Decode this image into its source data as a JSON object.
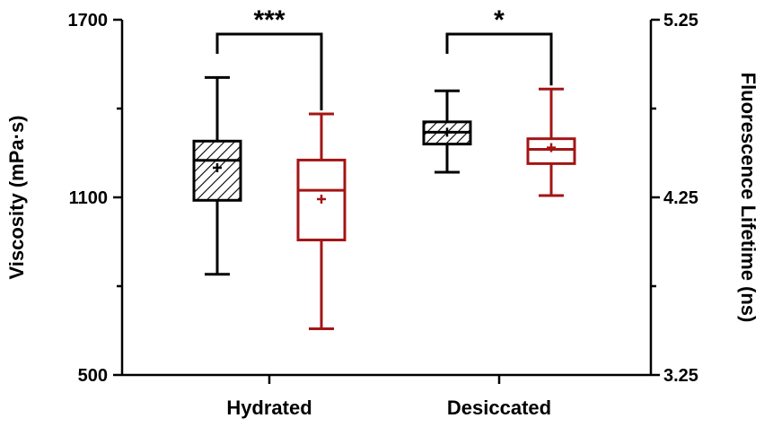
{
  "chart_data": {
    "type": "box",
    "categories": [
      "Hydrated",
      "Desiccated"
    ],
    "y_left": {
      "label": "Viscosity (mPa·s)",
      "lim": [
        500,
        1700
      ],
      "ticks": [
        500,
        1100,
        1700
      ],
      "tick_labels": [
        "500",
        "1100",
        "1700"
      ],
      "minor_ticks": [
        800,
        1400
      ]
    },
    "y_right": {
      "label": "Fluorescence Lifetime (ns)",
      "lim": [
        3.25,
        5.25
      ],
      "ticks": [
        3.25,
        4.25,
        5.25
      ],
      "tick_labels": [
        "3.25",
        "4.25",
        "5.25"
      ],
      "minor_ticks": [
        3.75,
        4.75
      ]
    },
    "series": [
      {
        "axis": "left",
        "color": "#000000",
        "pattern": "hatched",
        "boxes": [
          {
            "category": "Hydrated",
            "min": 840,
            "q1": 1090,
            "median": 1225,
            "q3": 1290,
            "max": 1505,
            "mean": 1200
          },
          {
            "category": "Desiccated",
            "min": 1185,
            "q1": 1280,
            "median": 1320,
            "q3": 1355,
            "max": 1460,
            "mean": 1320
          }
        ]
      },
      {
        "axis": "right",
        "color": "#A31515",
        "pattern": "none",
        "boxes": [
          {
            "category": "Hydrated",
            "min": 3.51,
            "q1": 4.01,
            "median": 4.29,
            "q3": 4.46,
            "max": 4.72,
            "mean": 4.24
          },
          {
            "category": "Desiccated",
            "min": 4.26,
            "q1": 4.44,
            "median": 4.52,
            "q3": 4.58,
            "max": 4.86,
            "mean": 4.53
          }
        ]
      }
    ],
    "significance": [
      {
        "category": "Hydrated",
        "label": "***"
      },
      {
        "category": "Desiccated",
        "label": "*"
      }
    ]
  }
}
